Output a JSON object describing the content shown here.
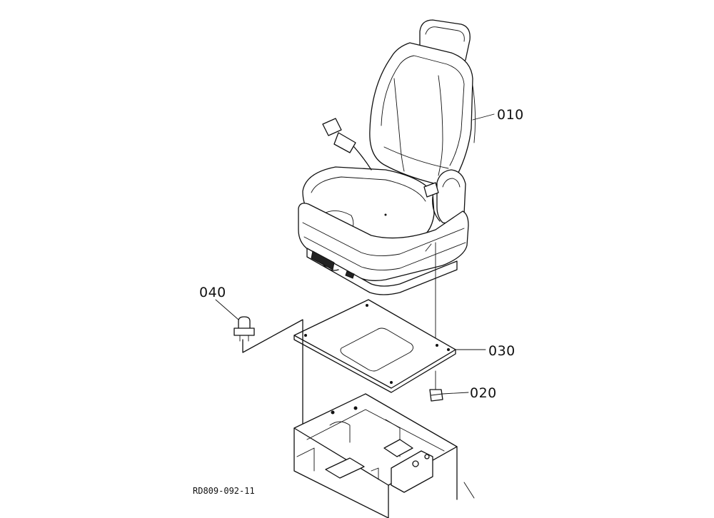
{
  "diagram": {
    "drawing_number": "RD809-092-11",
    "callouts": [
      {
        "id": "010",
        "label": "010",
        "part": "seat assembly"
      },
      {
        "id": "020",
        "label": "020",
        "part": "nut"
      },
      {
        "id": "030",
        "label": "030",
        "part": "seat plate"
      },
      {
        "id": "040",
        "label": "040",
        "part": "bolt"
      }
    ]
  },
  "colors": {
    "line": "#111111",
    "background": "#ffffff"
  }
}
